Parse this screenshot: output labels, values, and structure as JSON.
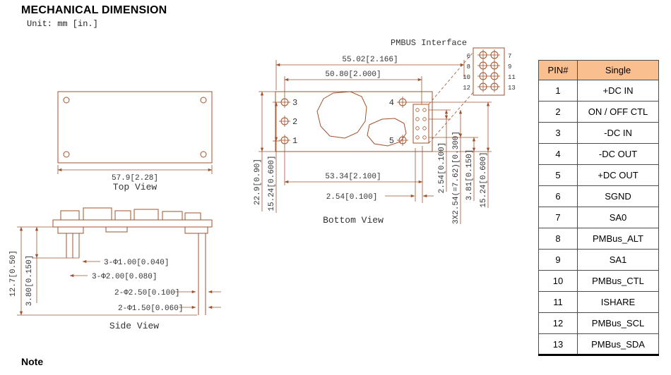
{
  "page": {
    "title": "MECHANICAL DIMENSION",
    "unit": "Unit: mm [in.]",
    "note": "Note"
  },
  "colors": {
    "line": "#A0522D",
    "dim_text": "#333333",
    "table_header_bg": "#FABF8F"
  },
  "top_view": {
    "label": "Top View",
    "dim_width": "57.9[2.28]"
  },
  "bottom_view": {
    "label": "Bottom View",
    "pmbus_label": "PMBUS Interface",
    "pins": [
      "1",
      "2",
      "3",
      "4",
      "5"
    ],
    "dims": {
      "top_outer": "55.02[2.166]",
      "top_inner": "50.80[2.000]",
      "bottom_width": "53.34[2.100]",
      "bottom_pitch": "2.54[0.100]",
      "left_height": "22.9[0.90]",
      "left_pitch": "15.24[0.600]",
      "right_pitch": "2.54[0.100]",
      "right_span": "3X2.54(=7.62)[0.300]",
      "right_offset": "3.81[0.150]",
      "right_height": "15.24[0.600]"
    },
    "connector": {
      "left": [
        "6",
        "8",
        "10",
        "12"
      ],
      "right": [
        "7",
        "9",
        "11",
        "13"
      ]
    }
  },
  "side_view": {
    "label": "Side View",
    "dims": {
      "height": "12.7[0.50]",
      "pin_length": "3.80[0.150]",
      "pin_d1": "3-Φ1.00[0.040]",
      "pin_d2": "3-Φ2.00[0.080]",
      "pin_d3": "2-Φ2.50[0.100]",
      "pin_d4": "2-Φ1.50[0.060]"
    }
  },
  "pin_table": {
    "headers": [
      "PIN#",
      "Single"
    ],
    "rows": [
      {
        "pin": "1",
        "signal": "+DC IN"
      },
      {
        "pin": "2",
        "signal": "ON / OFF CTL"
      },
      {
        "pin": "3",
        "signal": "-DC IN"
      },
      {
        "pin": "4",
        "signal": "-DC OUT"
      },
      {
        "pin": "5",
        "signal": "+DC OUT"
      },
      {
        "pin": "6",
        "signal": "SGND"
      },
      {
        "pin": "7",
        "signal": "SA0"
      },
      {
        "pin": "8",
        "signal": "PMBus_ALT"
      },
      {
        "pin": "9",
        "signal": "SA1"
      },
      {
        "pin": "10",
        "signal": "PMBus_CTL"
      },
      {
        "pin": "11",
        "signal": "ISHARE"
      },
      {
        "pin": "12",
        "signal": "PMBus_SCL"
      },
      {
        "pin": "13",
        "signal": "PMBus_SDA"
      }
    ]
  }
}
